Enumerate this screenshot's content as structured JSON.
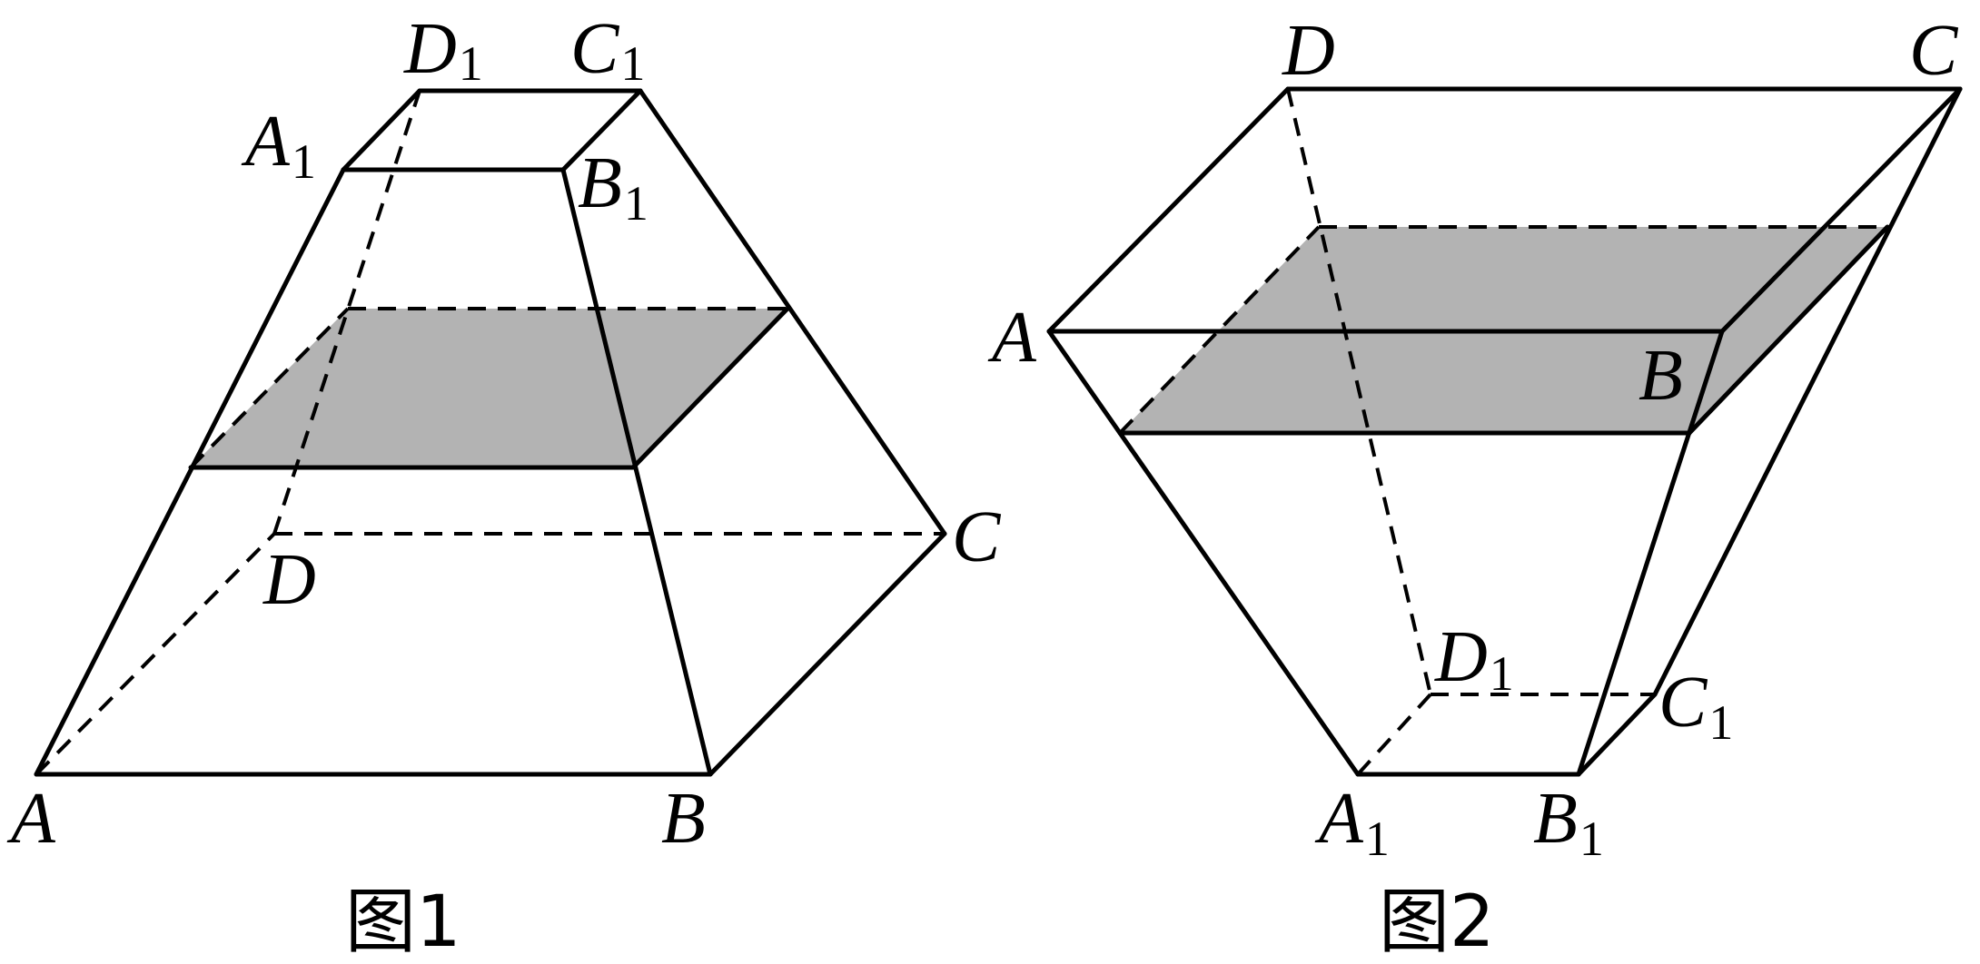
{
  "figure1": {
    "caption": "图1",
    "labels": {
      "A": "A",
      "B": "B",
      "C": "C",
      "D": "D",
      "A1_main": "A",
      "B1_main": "B",
      "C1_main": "C",
      "D1_main": "D",
      "sub_1": "1"
    },
    "section_fill": "#b3b3b3"
  },
  "figure2": {
    "caption": "图2",
    "labels": {
      "A": "A",
      "B": "B",
      "C": "C",
      "D": "D",
      "A1_main": "A",
      "B1_main": "B",
      "C1_main": "C",
      "D1_main": "D",
      "sub_1": "1"
    },
    "section_fill": "#b3b3b3"
  },
  "colors": {
    "line": "#000000",
    "section": "#b3b3b3",
    "background": "#ffffff"
  }
}
